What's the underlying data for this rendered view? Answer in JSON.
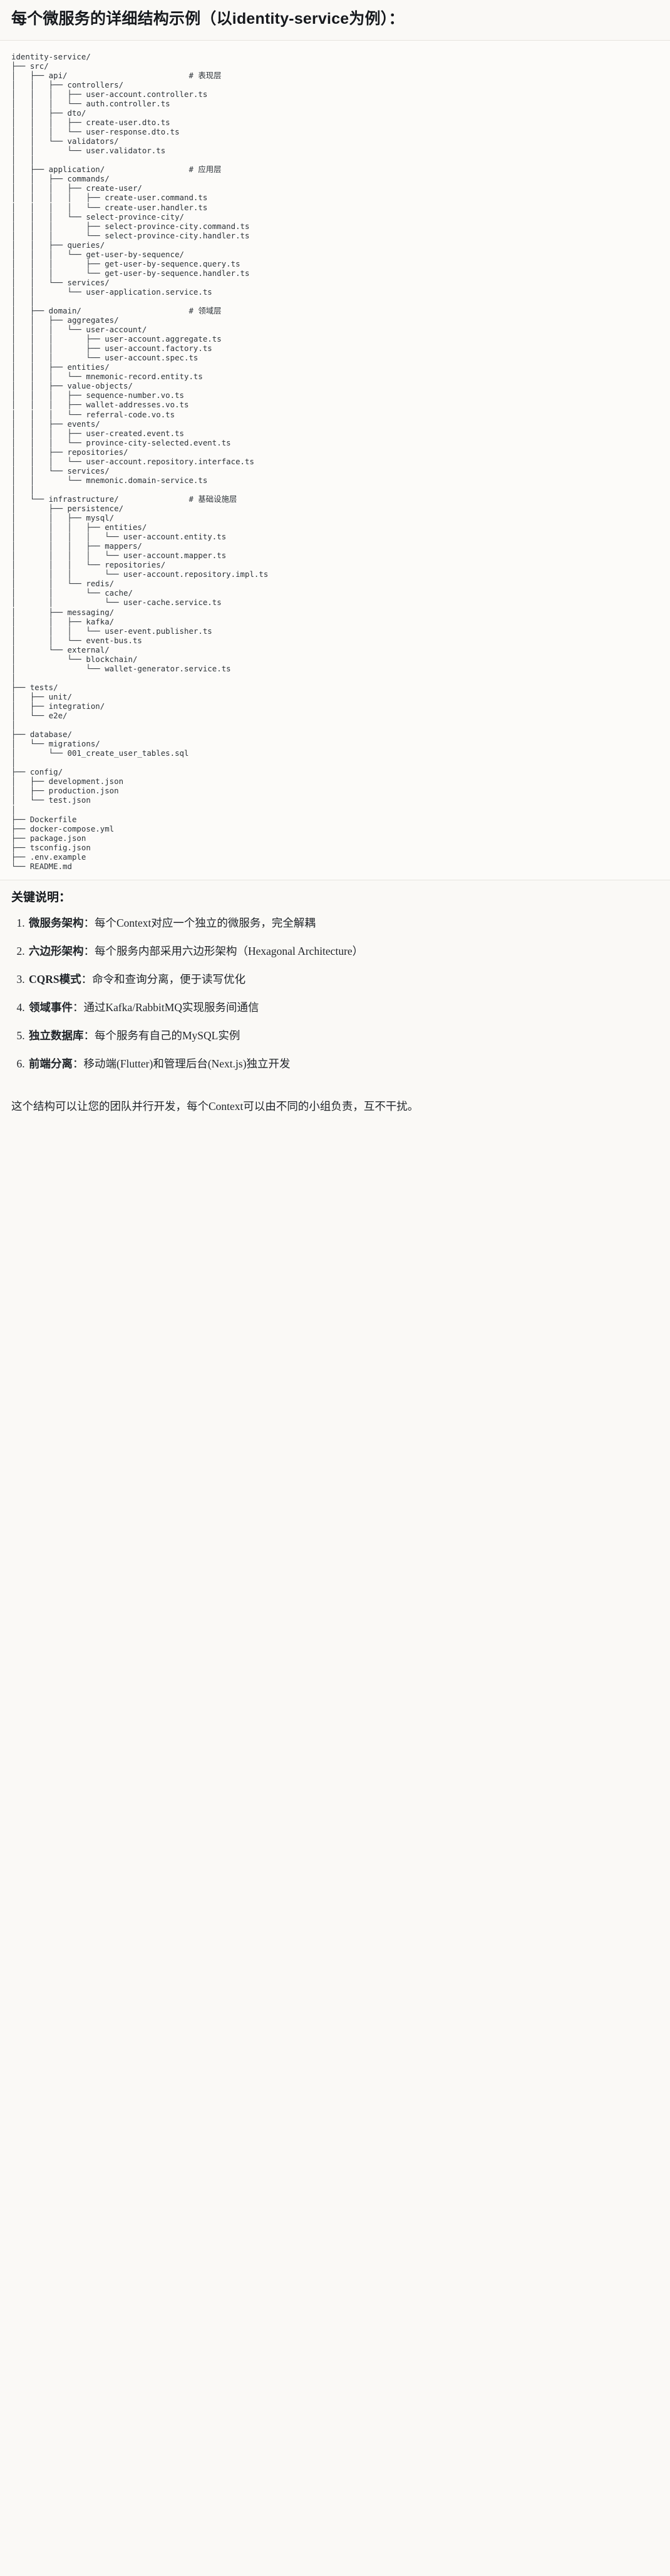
{
  "heading": "每个微服务的详细结构示例（以identity-service为例）：",
  "tree": {
    "root": "identity-service/",
    "lines": [
      "identity-service/",
      "├── src/",
      "│   ├── api/                          # 表现层",
      "│   │   ├── controllers/",
      "│   │   │   ├── user-account.controller.ts",
      "│   │   │   └── auth.controller.ts",
      "│   │   ├── dto/",
      "│   │   │   ├── create-user.dto.ts",
      "│   │   │   └── user-response.dto.ts",
      "│   │   └── validators/",
      "│   │       └── user.validator.ts",
      "│   │",
      "│   ├── application/                  # 应用层",
      "│   │   ├── commands/",
      "│   │   │   ├── create-user/",
      "│   │   │   │   ├── create-user.command.ts",
      "│   │   │   │   └── create-user.handler.ts",
      "│   │   │   └── select-province-city/",
      "│   │   │       ├── select-province-city.command.ts",
      "│   │   │       └── select-province-city.handler.ts",
      "│   │   ├── queries/",
      "│   │   │   └── get-user-by-sequence/",
      "│   │   │       ├── get-user-by-sequence.query.ts",
      "│   │   │       └── get-user-by-sequence.handler.ts",
      "│   │   └── services/",
      "│   │       └── user-application.service.ts",
      "│   │",
      "│   ├── domain/                       # 领域层",
      "│   │   ├── aggregates/",
      "│   │   │   └── user-account/",
      "│   │   │       ├── user-account.aggregate.ts",
      "│   │   │       ├── user-account.factory.ts",
      "│   │   │       └── user-account.spec.ts",
      "│   │   ├── entities/",
      "│   │   │   └── mnemonic-record.entity.ts",
      "│   │   ├── value-objects/",
      "│   │   │   ├── sequence-number.vo.ts",
      "│   │   │   ├── wallet-addresses.vo.ts",
      "│   │   │   └── referral-code.vo.ts",
      "│   │   ├── events/",
      "│   │   │   ├── user-created.event.ts",
      "│   │   │   └── province-city-selected.event.ts",
      "│   │   ├── repositories/",
      "│   │   │   └── user-account.repository.interface.ts",
      "│   │   └── services/",
      "│   │       └── mnemonic.domain-service.ts",
      "│   │",
      "│   └── infrastructure/               # 基础设施层",
      "│       ├── persistence/",
      "│       │   ├── mysql/",
      "│       │   │   ├── entities/",
      "│       │   │   │   └── user-account.entity.ts",
      "│       │   │   ├── mappers/",
      "│       │   │   │   └── user-account.mapper.ts",
      "│       │   │   └── repositories/",
      "│       │   │       └── user-account.repository.impl.ts",
      "│       │   └── redis/",
      "│       │       └── cache/",
      "│       │           └── user-cache.service.ts",
      "│       ├── messaging/",
      "│       │   ├── kafka/",
      "│       │   │   └── user-event.publisher.ts",
      "│       │   └── event-bus.ts",
      "│       └── external/",
      "│           └── blockchain/",
      "│               └── wallet-generator.service.ts",
      "│",
      "├── tests/",
      "│   ├── unit/",
      "│   ├── integration/",
      "│   └── e2e/",
      "│",
      "├── database/",
      "│   └── migrations/",
      "│       └── 001_create_user_tables.sql",
      "│",
      "├── config/",
      "│   ├── development.json",
      "│   ├── production.json",
      "│   └── test.json",
      "│",
      "├── Dockerfile",
      "├── docker-compose.yml",
      "├── package.json",
      "├── tsconfig.json",
      "├── .env.example",
      "└── README.md"
    ],
    "layer_comments": [
      {
        "label": "# 表现层",
        "for": "api/"
      },
      {
        "label": "# 应用层",
        "for": "application/"
      },
      {
        "label": "# 领域层",
        "for": "domain/"
      },
      {
        "label": "# 基础设施层",
        "for": "infrastructure/"
      }
    ]
  },
  "notes": {
    "title": "关键说明：",
    "items": [
      {
        "index": "1.",
        "term": "微服务架构",
        "sep": "：",
        "desc": "每个Context对应一个独立的微服务，完全解耦"
      },
      {
        "index": "2.",
        "term": "六边形架构",
        "sep": "：",
        "desc": "每个服务内部采用六边形架构（Hexagonal Architecture）"
      },
      {
        "index": "3.",
        "term": "CQRS模式",
        "sep": "：",
        "desc": "命令和查询分离，便于读写优化"
      },
      {
        "index": "4.",
        "term": "领域事件",
        "sep": "：",
        "desc": "通过Kafka/RabbitMQ实现服务间通信"
      },
      {
        "index": "5.",
        "term": "独立数据库",
        "sep": "：",
        "desc": "每个服务有自己的MySQL实例"
      },
      {
        "index": "6.",
        "term": "前端分离",
        "sep": "：",
        "desc": "移动端(Flutter)和管理后台(Next.js)独立开发"
      }
    ],
    "closing": "这个结构可以让您的团队并行开发，每个Context可以由不同的小组负责，互不干扰。"
  },
  "colors": {
    "page_bg": "#faf9f6",
    "code_bg": "#fcfbf9",
    "text": "#1f2328",
    "code_text": "#2b3137",
    "rule": "#e6e4df"
  }
}
